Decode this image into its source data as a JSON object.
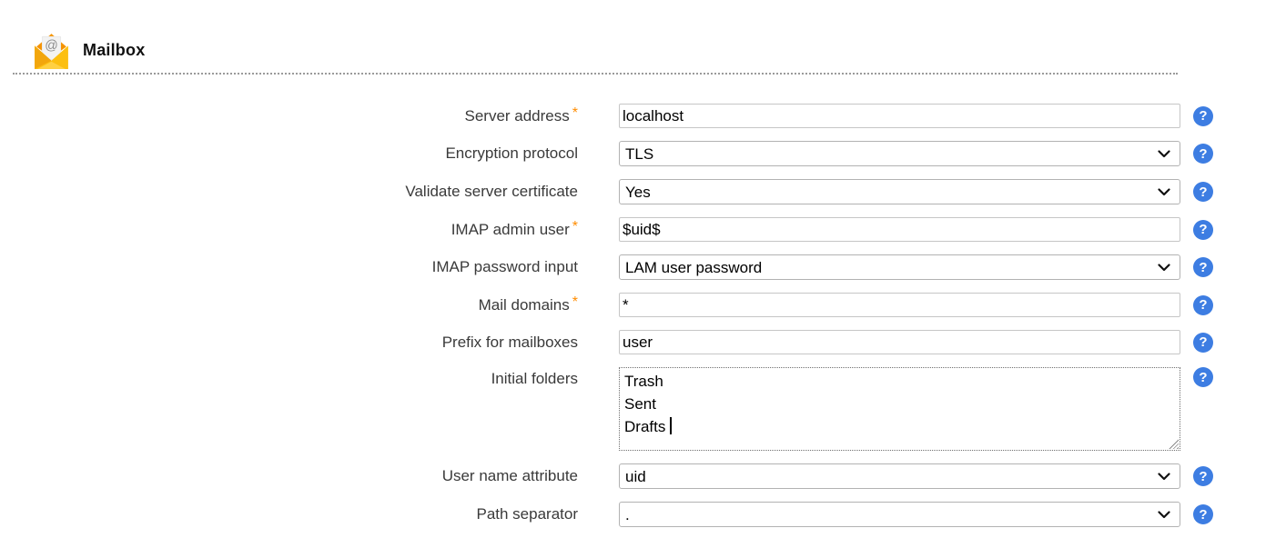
{
  "header": {
    "title": "Mailbox"
  },
  "form": {
    "required_marker": "*",
    "help_label": "?",
    "fields": [
      {
        "label": "Server address",
        "required": true,
        "type": "text",
        "value": "localhost"
      },
      {
        "label": "Encryption protocol",
        "required": false,
        "type": "select",
        "value": "TLS"
      },
      {
        "label": "Validate server certificate",
        "required": false,
        "type": "select",
        "value": "Yes"
      },
      {
        "label": "IMAP admin user",
        "required": true,
        "type": "text",
        "value": "$uid$"
      },
      {
        "label": "IMAP password input",
        "required": false,
        "type": "select",
        "value": "LAM user password"
      },
      {
        "label": "Mail domains",
        "required": true,
        "type": "text",
        "value": "*"
      },
      {
        "label": "Prefix for mailboxes",
        "required": false,
        "type": "text",
        "value": "user"
      },
      {
        "label": "Initial folders",
        "required": false,
        "type": "textarea",
        "value": "Trash\nSent\nDrafts"
      },
      {
        "label": "User name attribute",
        "required": false,
        "type": "select",
        "value": "uid"
      },
      {
        "label": "Path separator",
        "required": false,
        "type": "select",
        "value": "."
      }
    ]
  },
  "colors": {
    "help_icon_bg": "#3d7de2",
    "required_marker": "#ff8c00",
    "envelope_yellow": "#fcbf10",
    "envelope_orange": "#f59300",
    "separator_gray": "#9a9a9a"
  }
}
